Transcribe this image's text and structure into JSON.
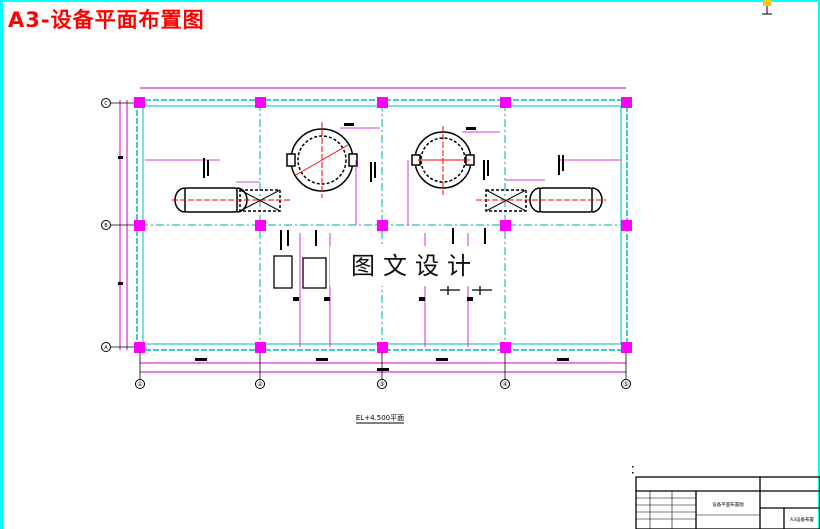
{
  "page": {
    "title": "A3-设备平面布置图",
    "watermark": "图文设计"
  },
  "colors": {
    "title": "#ff0000",
    "border": "#00ffff",
    "column_marker": "#ff00ff",
    "dimension_line": "#cc00cc",
    "equipment": "#000000",
    "centerline": "#ff0000",
    "grid_line": "#00bbbb"
  },
  "drawing": {
    "plan_caption": "EL+4.500平面",
    "grid_axes_bottom": [
      "①",
      "②",
      "③",
      "④",
      "⑤"
    ],
    "grid_axes_left": [
      "C",
      "B",
      "A"
    ]
  },
  "title_block": {
    "drawing_name": "设备平面布置图",
    "drawing_number": "A3设备布置"
  }
}
